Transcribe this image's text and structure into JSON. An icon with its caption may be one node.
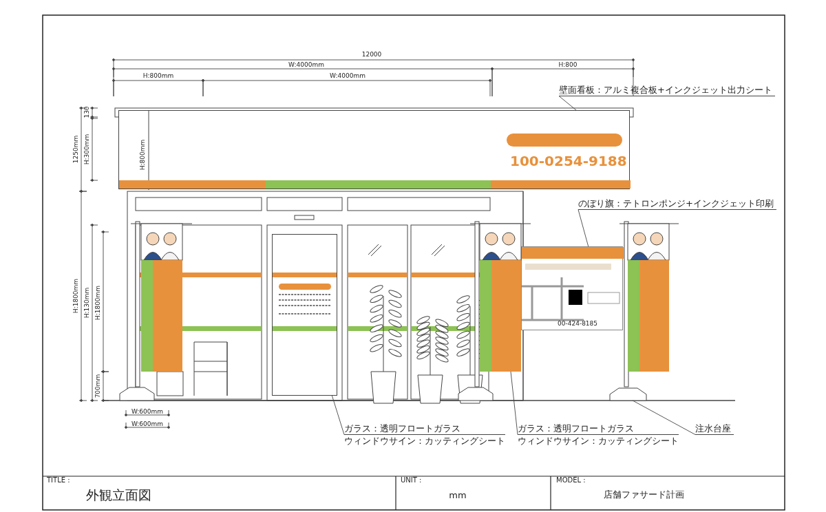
{
  "diagram": {
    "title": "外観立面図",
    "nodes": [
      {
        "text": [
          "100-0254-9188"
        ]
      },
      {
        "text": [
          "壁面看板：アルミ複合板+インクジェット出力シート"
        ]
      },
      {
        "text": [
          "のぼり旗：テトロンポンジ+インクジェット印刷"
        ]
      },
      {
        "text": [
          "00-424-8185"
        ]
      },
      {
        "text": [],
        "shape": "box"
      },
      {
        "text": [
          "ガラス：透明フロートガラス",
          "ウィンドウサイン：カッティングシート"
        ]
      },
      {
        "text": [],
        "shape": "box"
      },
      {
        "text": [
          "ガラス：透明フロートガラス",
          "ウィンドウサイン：カッティングシート"
        ]
      },
      {
        "text": [],
        "shape": "box"
      },
      {
        "text": [
          "注水台座"
        ]
      }
    ],
    "edges": [
      {
        "from": 1,
        "to": 0,
        "arrow": "none"
      },
      {
        "from": 2,
        "to": 3,
        "arrow": "none"
      },
      {
        "from": 5,
        "to": 4,
        "arrow": "none"
      },
      {
        "from": 7,
        "to": 6,
        "arrow": "none"
      },
      {
        "from": 9,
        "to": 8,
        "arrow": "none"
      }
    ],
    "labels": [
      "12000",
      "W:4000mm",
      "H:800",
      "H:800mm",
      "W:4000mm",
      "130",
      "1250mm",
      "H:300mm",
      "H:800mm",
      "H:1800mm",
      "H:130mm",
      "H:1800mm",
      "700mm",
      "W:600mm",
      "W:600mm",
      "TITLE :",
      "UNIT :",
      "mm",
      "MODEL :",
      "店舗ファサード計画"
    ]
  }
}
